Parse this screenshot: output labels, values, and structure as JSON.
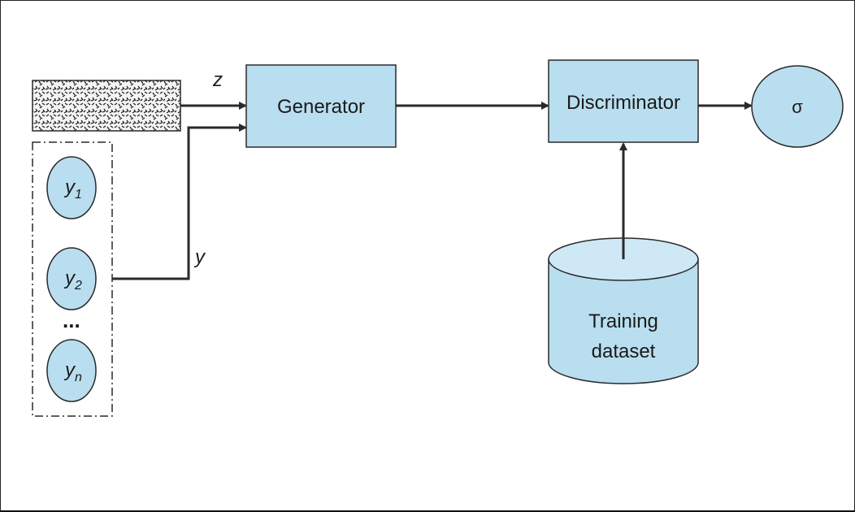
{
  "diagram": {
    "generator_label": "Generator",
    "discriminator_label": "Discriminator",
    "sigma_label": "σ",
    "dataset_label_line1": "Training",
    "dataset_label_line2": "dataset",
    "z_label": "z",
    "y_label": "y",
    "conditions": [
      {
        "base": "y",
        "sub": "1"
      },
      {
        "base": "y",
        "sub": "2"
      },
      {
        "base": "y",
        "sub": "n"
      }
    ],
    "ellipsis": "...",
    "colors": {
      "box_fill": "#b9def0",
      "stroke": "#2a2a2a"
    }
  }
}
